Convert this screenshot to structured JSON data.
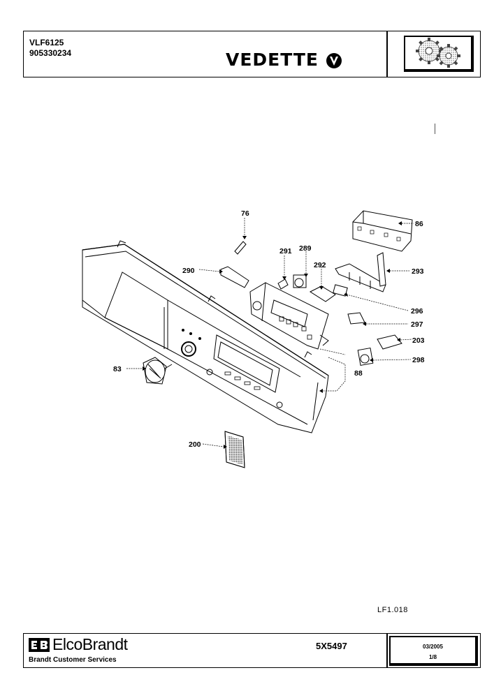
{
  "header": {
    "model": "VLF6125",
    "part_number": "905330234",
    "brand": "VEDETTE"
  },
  "diagram": {
    "callouts": [
      "76",
      "86",
      "291",
      "289",
      "290",
      "292",
      "293",
      "296",
      "297",
      "203",
      "83",
      "298",
      "88",
      "200"
    ]
  },
  "figure_code": "LF1.018",
  "footer": {
    "company": "ElcoBrandt",
    "services": "Brandt Customer Services",
    "document_number": "5X5497",
    "date": "03/2005",
    "page": "1/8"
  }
}
